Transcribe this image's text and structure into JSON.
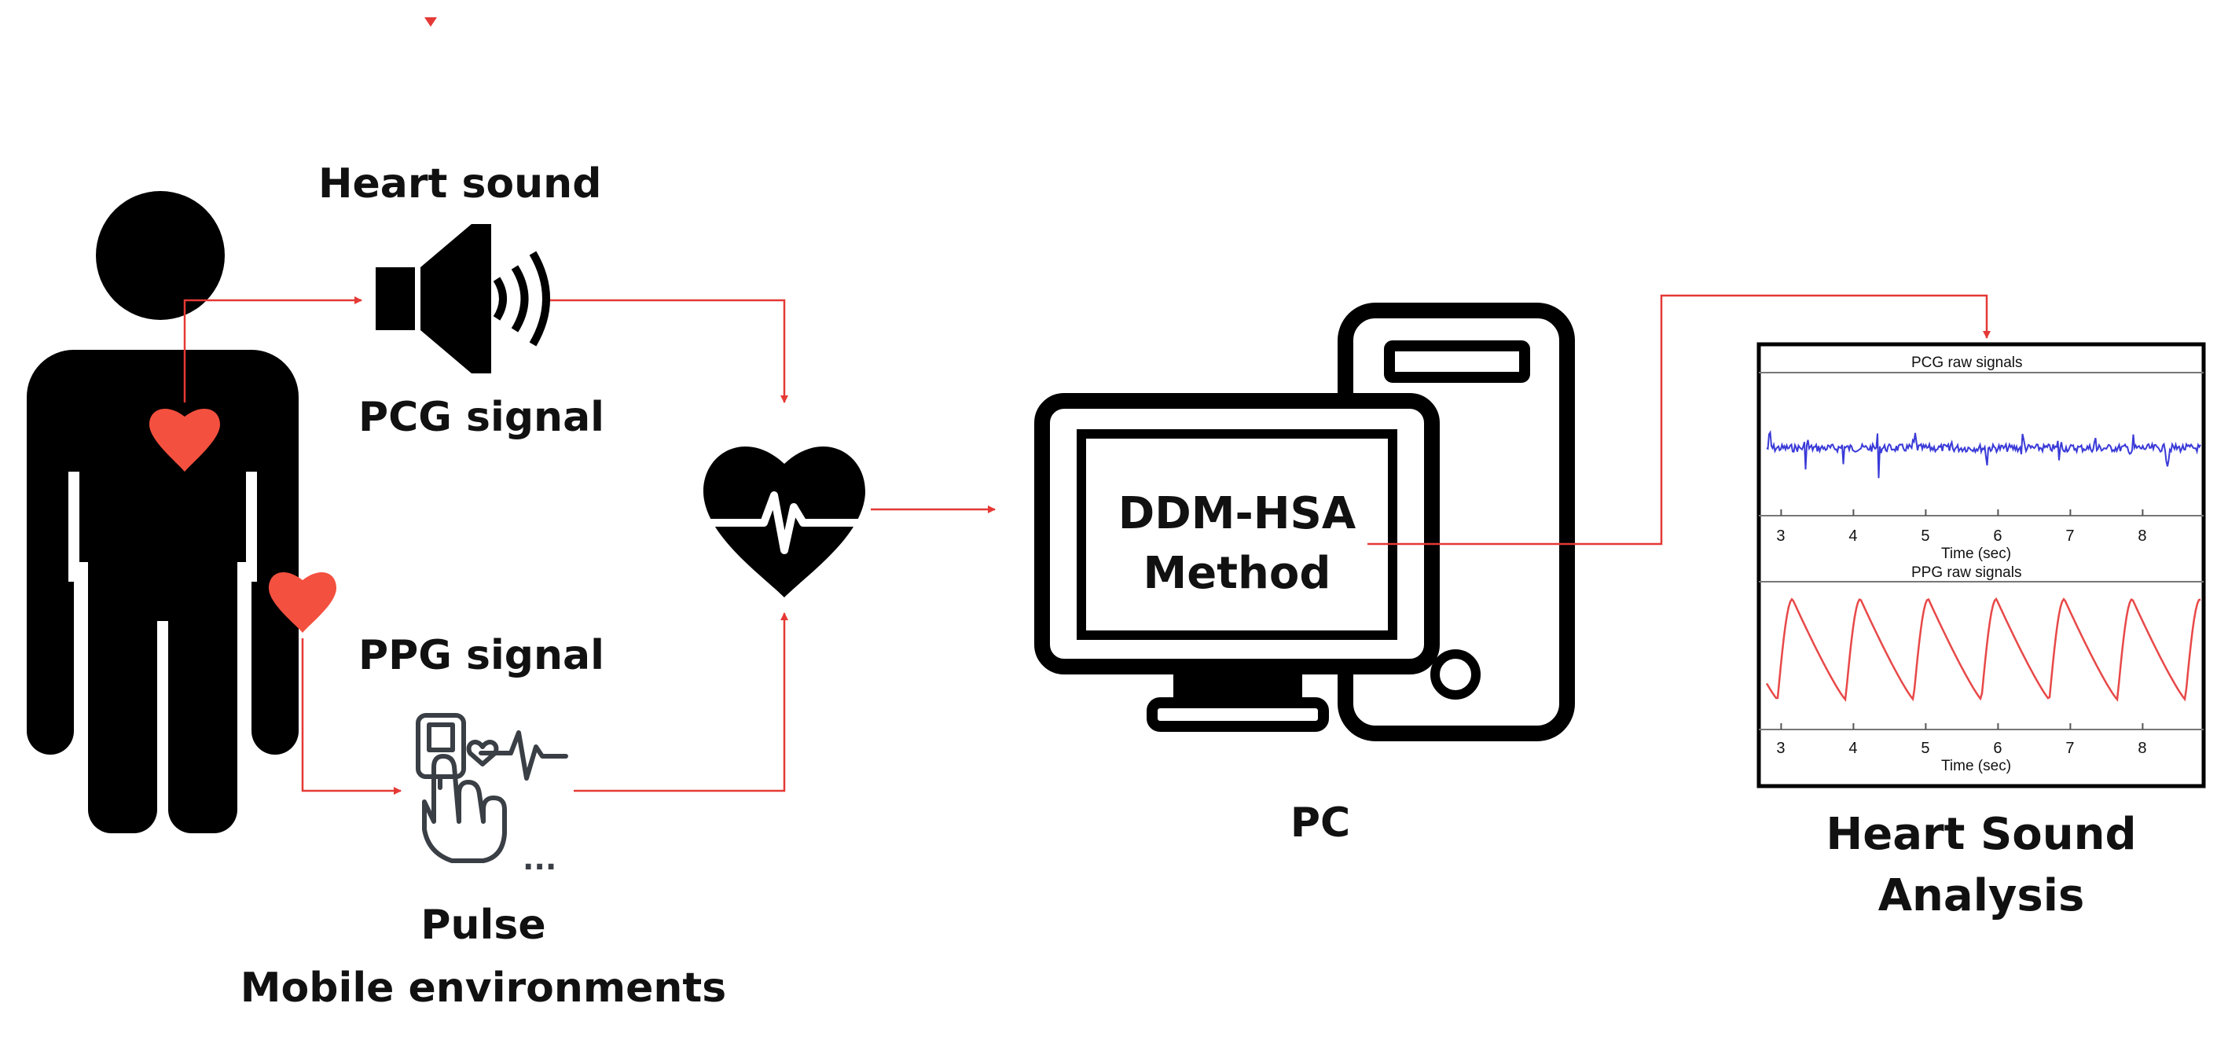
{
  "labels": {
    "heart_sound": "Heart sound",
    "pcg_signal": "PCG signal",
    "ppg_signal": "PPG signal",
    "pulse": "Pulse",
    "mobile_env": "Mobile environments",
    "ddm_line1": "DDM-HSA",
    "ddm_line2": "Method",
    "pc": "PC",
    "analysis_line1": "Heart Sound",
    "analysis_line2": "Analysis",
    "ellipsis": "..."
  },
  "plots": {
    "pcg": {
      "title": "PCG raw signals",
      "xlabel": "Time (sec)",
      "ticks": [
        "3",
        "4",
        "5",
        "6",
        "7",
        "8"
      ]
    },
    "ppg": {
      "title": "PPG raw signals",
      "xlabel": "Time (sec)",
      "ticks": [
        "3",
        "4",
        "5",
        "6",
        "7",
        "8"
      ]
    }
  },
  "colors": {
    "accent_red": "#e53935",
    "heart_red": "#f4503f",
    "icon_black": "#000000",
    "pcg_blue": "#3a3ad8",
    "ppg_red": "#e84848"
  }
}
